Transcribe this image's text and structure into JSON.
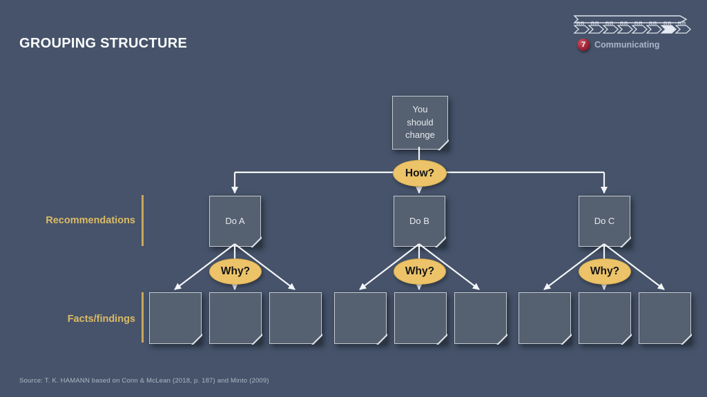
{
  "slide": {
    "title": "GROUPING STRUCTURE",
    "source": "Source: T. K. HAMANN based on Conn & McLean (2018, p. 187) and Minto (2009)"
  },
  "progress": {
    "step_number": "7",
    "step_label": "Communicating",
    "total_steps": 8,
    "active_step": 7
  },
  "diagram": {
    "root_box": "You\nshould\nchange",
    "how_label": "How?",
    "why_label": "Why?",
    "row_labels": {
      "recommendations": "Recommendations",
      "facts": "Facts/findings"
    },
    "groups": [
      {
        "label": "Do A",
        "fact_boxes": [
          "",
          "",
          ""
        ]
      },
      {
        "label": "Do B",
        "fact_boxes": [
          "",
          "",
          ""
        ]
      },
      {
        "label": "Do C",
        "fact_boxes": [
          "",
          "",
          ""
        ]
      }
    ]
  },
  "colors": {
    "background": "#46536a",
    "box_fill": "#556070",
    "box_border": "#c6cbd2",
    "bubble_gold": "#ecc368",
    "label_gold": "#dcba67",
    "connector_white": "#f4f6f8",
    "badge_red": "#9e2436",
    "step_label_gray": "#a9b6c9"
  }
}
